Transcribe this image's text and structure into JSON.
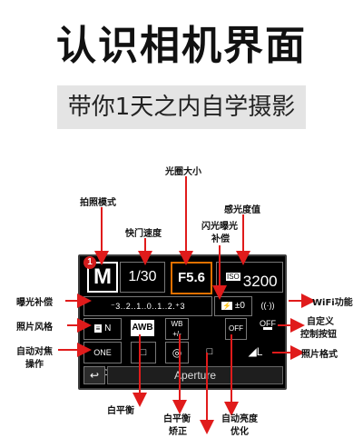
{
  "header": {
    "title": "认识相机界面",
    "subtitle": "带你1天之内自学摄影"
  },
  "screen": {
    "mode": "M",
    "mode_badge": "1",
    "shutter": "1/30",
    "aperture": "F5.6",
    "iso_label": "ISO",
    "iso": "3200",
    "exposure_scale": "⁻3..2..1..0..1..2.⁺3",
    "flash_comp": "±0",
    "wifi": "((·)) OFF",
    "picture_style": "N",
    "white_balance": "AWB",
    "wb_shift": "WB +/-",
    "auto_lighting": "OFF",
    "af_mode": "ONE SHOT",
    "drive": "□",
    "metering": "◎",
    "multi_shot": "□",
    "quality": "◢L",
    "back_icon": "↩",
    "bottom_label": "Aperture"
  },
  "labels": {
    "mode": "拍照模式",
    "aperture": "光圈大小",
    "shutter": "快门速度",
    "iso": "感光度值",
    "flash": "闪光曝光",
    "flash2": "补偿",
    "exposure": "曝光补偿",
    "wifi": "WiFi功能",
    "style": "照片风格",
    "ctrl": "自定义",
    "ctrl2": "控制按钮",
    "af": "自动对焦",
    "af2": "操作",
    "quality": "照片格式",
    "wb": "白平衡",
    "wbshift": "白平衡",
    "wbshift2": "矫正",
    "alo": "自动亮度",
    "alo2": "优化"
  },
  "colors": {
    "arrow": "#e01b1b",
    "accent": "#e07000",
    "badge": "#d31d1d"
  }
}
